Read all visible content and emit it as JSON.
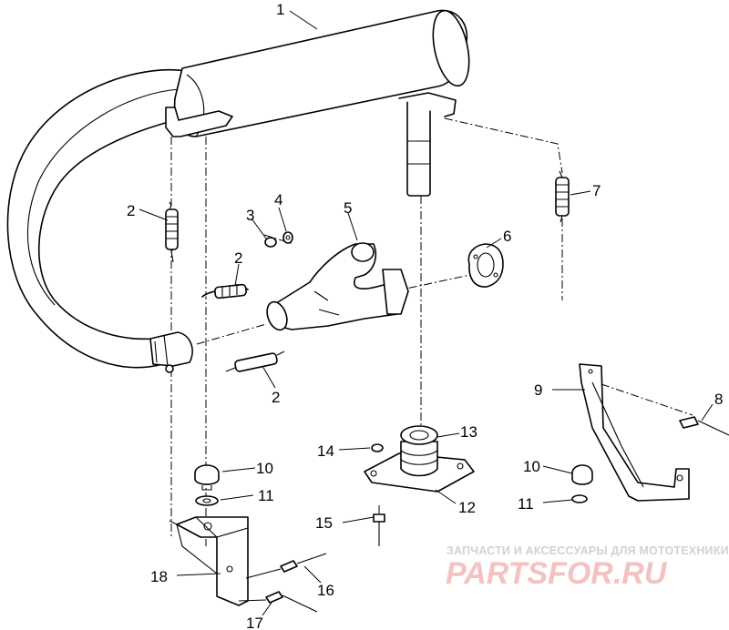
{
  "diagram": {
    "callouts": {
      "c1": "1",
      "c2a": "2",
      "c2b": "2",
      "c2c": "2",
      "c3": "3",
      "c4": "4",
      "c5": "5",
      "c6": "6",
      "c7": "7",
      "c8": "8",
      "c9": "9",
      "c10a": "10",
      "c10b": "10",
      "c11a": "11",
      "c11b": "11",
      "c12": "12",
      "c13": "13",
      "c14": "14",
      "c15": "15",
      "c16": "16",
      "c17": "17",
      "c18": "18"
    }
  },
  "watermark": {
    "caption": "ЗАПЧАСТИ И АКСЕССУАРЫ ДЛЯ МОТОТЕХНИКИ",
    "logo": "PARTSFOR.RU"
  },
  "colors": {
    "line": "#000000",
    "background": "#ffffff",
    "watermark_caption": "#d2d2d2",
    "watermark_logo": "#f3c2c2"
  }
}
